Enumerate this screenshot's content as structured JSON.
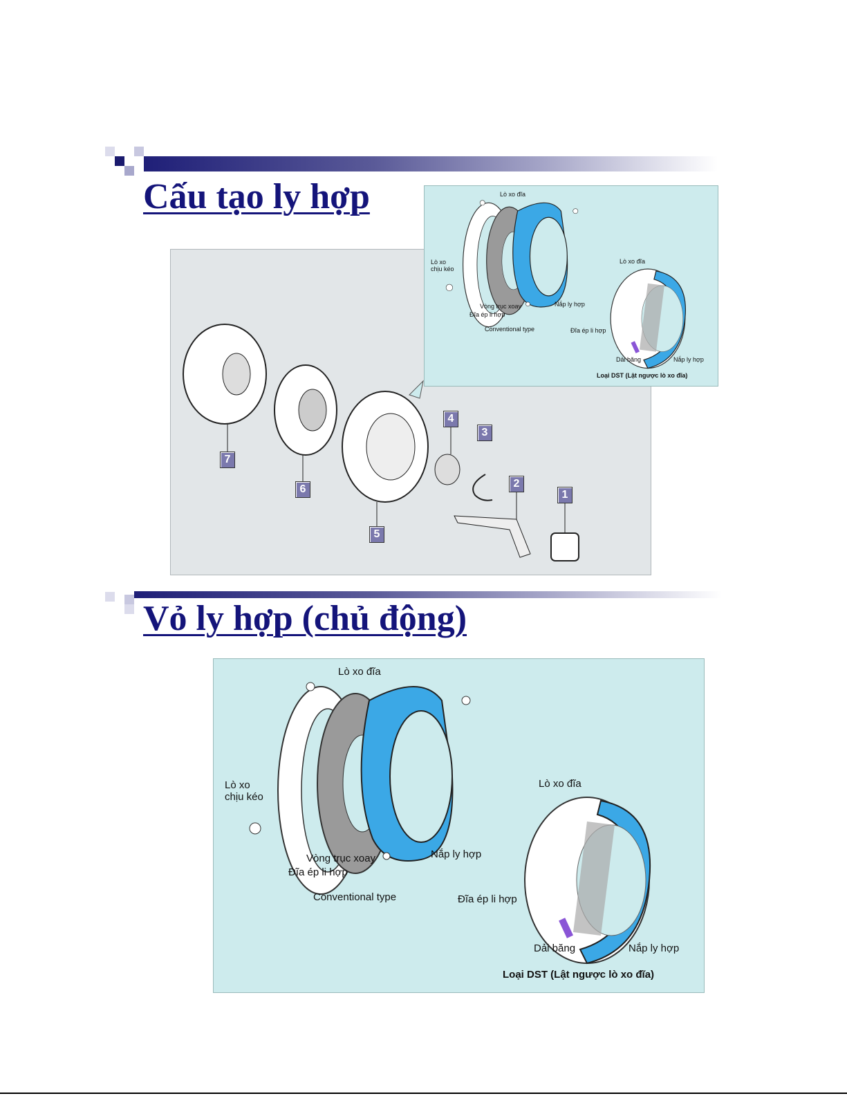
{
  "slides": [
    {
      "title": "Cấu tạo ly hợp",
      "part_numbers": [
        "7",
        "6",
        "5",
        "4",
        "3",
        "2",
        "1"
      ],
      "inset": {
        "labels": {
          "lo_xo_dia": "Lò xo đĩa",
          "lo_xo_chiu_keo": "Lò xo\nchịu kéo",
          "vong_truc_xoay": "Vòng trục xoay",
          "dia_ep": "Đĩa ép li hợp",
          "nap": "Nắp ly hợp",
          "conventional": "Conventional type",
          "lo_xo_dia_dst": "Lò xo đĩa",
          "dia_ep_dst": "Đĩa ép li hợp",
          "dai_bang": "Dải băng",
          "nap_dst": "Nắp ly hợp",
          "dst_caption": "Loại DST (Lật ngược lò xo đĩa)"
        }
      }
    },
    {
      "title": "Vỏ ly hợp (chủ động)",
      "labels": {
        "lo_xo_dia": "Lò xo đĩa",
        "lo_xo_chiu_keo": "Lò xo\nchịu kéo",
        "vong_truc_xoay": "Vòng trục xoay",
        "dia_ep": "Đĩa ép li hợp",
        "nap": "Nắp ly hợp",
        "conventional": "Conventional type",
        "lo_xo_dia_dst": "Lò xo đĩa",
        "dia_ep_dst": "Đĩa ép li hợp",
        "dai_bang": "Dải băng",
        "nap_dst": "Nắp ly hợp",
        "dst_caption": "Loại DST (Lật ngược lò xo đĩa)"
      }
    }
  ],
  "colors": {
    "title": "#14147a",
    "cover_blue": "#3ba8e6",
    "panel_bg": "#cdebed",
    "grey_bg": "#e2e6e8",
    "band": "#8a55d6"
  }
}
